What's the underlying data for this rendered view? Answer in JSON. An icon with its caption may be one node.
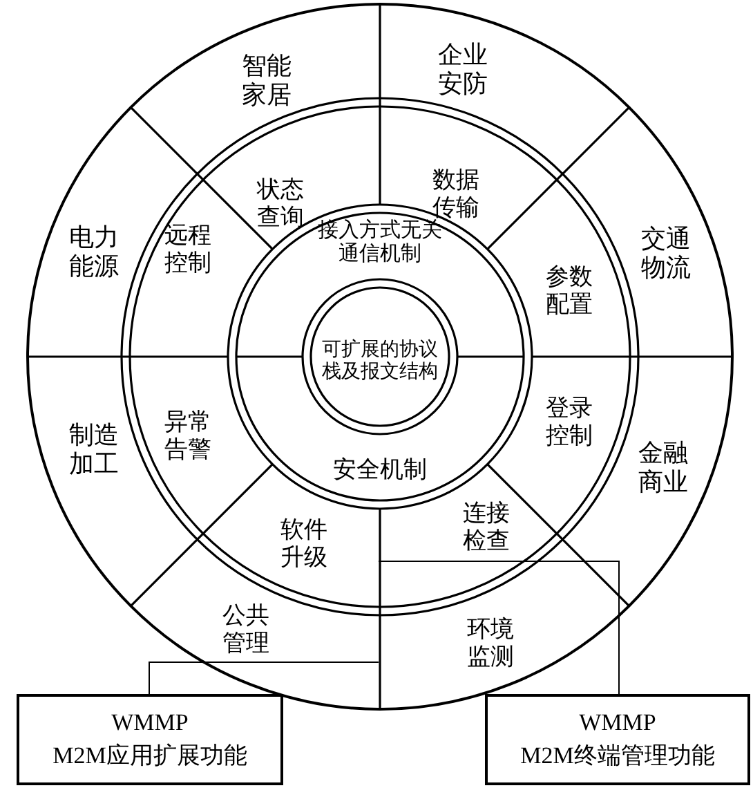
{
  "diagram": {
    "nodes": [
      {
        "text": [
          "智能家居"
        ]
      },
      {
        "text": [
          "企业安防"
        ]
      },
      {
        "text": [
          "状态查询"
        ]
      },
      {
        "text": [
          "数据传输"
        ]
      },
      {
        "text": [
          "接入方式无关通信机制"
        ]
      },
      {
        "text": [
          "电力能源"
        ]
      },
      {
        "text": [
          "远程控制"
        ]
      },
      {
        "text": [
          "交通物流"
        ]
      },
      {
        "text": [
          "参数配置"
        ]
      },
      {
        "text": [
          "可扩展的协议栈及报文结构"
        ]
      },
      {
        "text": [
          "制造加工"
        ]
      },
      {
        "text": [
          "异常告警"
        ]
      },
      {
        "text": [
          "登录控制"
        ]
      },
      {
        "text": [
          "金融商业"
        ]
      },
      {
        "text": [
          "安全机制"
        ]
      },
      {
        "text": [
          "软件升级"
        ]
      },
      {
        "text": [
          "连接检查"
        ]
      },
      {
        "text": [
          "公共管理"
        ]
      },
      {
        "text": [
          "环境监测"
        ]
      },
      {
        "text": [
          "WMMP",
          "M2M应用扩展功能"
        ]
      },
      {
        "text": [
          "WMMP",
          "M2M终端管理功能"
        ]
      }
    ],
    "edges": [
      {
        "from": 19,
        "to": null,
        "arrow": "none"
      },
      {
        "from": 20,
        "to": null,
        "arrow": "none"
      }
    ]
  }
}
